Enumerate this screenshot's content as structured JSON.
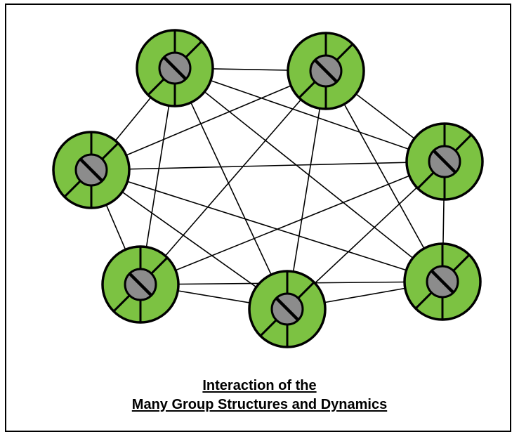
{
  "caption": {
    "line1": "Interaction of the",
    "line2": "Many Group Structures and Dynamics"
  },
  "colors": {
    "node_fill": "#7cc242",
    "hub_fill": "#8c8c8c",
    "stroke": "#000000"
  },
  "node_icon": "segmented-ring-with-slotted-hub",
  "node_count": 7
}
